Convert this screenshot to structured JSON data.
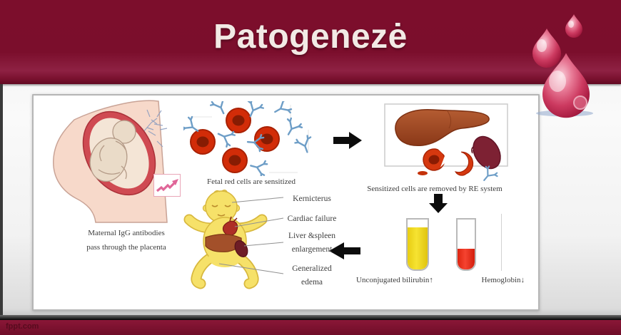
{
  "slide": {
    "title": "Patogenezė",
    "footer_brand": "fppt.com"
  },
  "captions": {
    "maternal_line1": "Maternal IgG antibodies",
    "maternal_line2": "pass through the placenta",
    "fetal": "Fetal red cells are sensitized",
    "re_system": "Sensitized cells are removed by RE system",
    "bilirubin": "Unconjugated bilirubin↑",
    "hemoglobin": "Hemoglobin↓"
  },
  "baby_labels": {
    "kernicterus": "Kernicterus",
    "cardiac_failure": "Cardiac failure",
    "liver_spleen_line1": "Liver &spleen",
    "liver_spleen_line2": "enlargement",
    "edema_line1": "Generalized",
    "edema_line2": "edema"
  },
  "icons": {
    "blood_drops": "blood-drop cluster",
    "flow_arrows": [
      "arrow-right",
      "arrow-down",
      "arrow-left"
    ],
    "placenta_transfer": "pink zigzag arrow"
  },
  "colors": {
    "header_maroon": "#7b0e2c",
    "footer_maroon": "#7a1130",
    "blood_drop_pink": "#cc3a60",
    "cell_red": "#d22c08",
    "antibody_blue": "#6e9ec7",
    "liver_brown": "#9c4a24",
    "spleen_dark_red": "#7d2133",
    "baby_yellow": "#f5e169",
    "bilirubin_yellow": "#f2d915",
    "hemoglobin_red": "#ee2a14"
  }
}
